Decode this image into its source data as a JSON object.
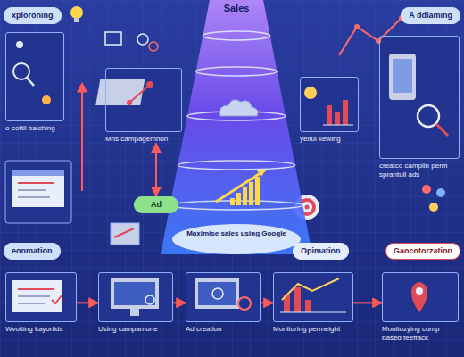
{
  "diagram": {
    "nodes": [
      {
        "text": [
          "xploroning"
        ]
      },
      {
        "text": [
          "Sales",
          "Maximise sales using Google"
        ]
      },
      {
        "text": [
          "A ddlaming"
        ]
      },
      {
        "text": [
          "o-cottil baiching"
        ]
      },
      {
        "text": [
          "Mns campagemnon"
        ]
      },
      {
        "text": [
          "yelful kewing"
        ]
      },
      {
        "text": [
          "creatco campiin perm sprantull ads"
        ]
      },
      {
        "text": [
          "Ad"
        ]
      },
      {
        "text": [
          "eonmation"
        ]
      },
      {
        "text": [
          "Opimation"
        ]
      },
      {
        "text": [
          "Gaocotorzation"
        ]
      },
      {
        "text": [
          "Wvolting kayoriids"
        ]
      },
      {
        "text": [
          "Using campamone"
        ]
      },
      {
        "text": [
          "Ad creation"
        ]
      },
      {
        "text": [
          "Monitoring permeight"
        ]
      },
      {
        "text": [
          "Monitozying comp based feeffack"
        ]
      }
    ],
    "edges": [
      {
        "from": 4,
        "to": 7,
        "arrow": "both"
      },
      {
        "from": 11,
        "to": 12,
        "arrow": "to"
      },
      {
        "from": 12,
        "to": 13,
        "arrow": "to"
      },
      {
        "from": 13,
        "to": 14,
        "arrow": "to"
      },
      {
        "from": 14,
        "to": 15,
        "arrow": "to"
      }
    ]
  }
}
